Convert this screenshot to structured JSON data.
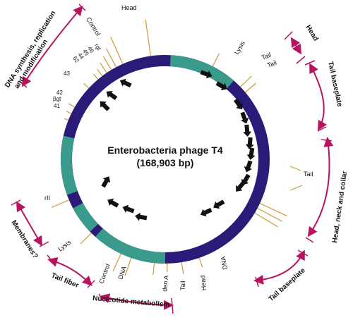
{
  "title": "Enterobacteria phage T4",
  "subtitle": "(168,903 bp)",
  "colors": {
    "ring_dark": "#2a1b78",
    "ring_light": "#3a9a8c",
    "gene_line": "#d4963a",
    "region_arrow": "#b8135e",
    "gene_arrow": "#111111"
  },
  "gene_labels": [
    {
      "id": "head-top",
      "text": "Head"
    },
    {
      "id": "control-top",
      "text": "Control"
    },
    {
      "id": "rgt",
      "text": "rgt"
    },
    {
      "id": "g46",
      "text": "46"
    },
    {
      "id": "g45",
      "text": "45"
    },
    {
      "id": "g44",
      "text": "44"
    },
    {
      "id": "g62",
      "text": "62"
    },
    {
      "id": "g43",
      "text": "43"
    },
    {
      "id": "g42",
      "text": "42"
    },
    {
      "id": "bgt",
      "text": "βgt"
    },
    {
      "id": "g41",
      "text": "41"
    },
    {
      "id": "lysis-top",
      "text": "Lysis"
    },
    {
      "id": "tail-1",
      "text": "Tail"
    },
    {
      "id": "tail-2",
      "text": "Tail"
    },
    {
      "id": "tail-right",
      "text": "Tail"
    },
    {
      "id": "rII",
      "text": "rII"
    },
    {
      "id": "lysis-bottom",
      "text": "Lysis"
    },
    {
      "id": "control-bottom",
      "text": "Control"
    },
    {
      "id": "dna-bottom-left",
      "text": "DNA"
    },
    {
      "id": "denA",
      "text": "den A"
    },
    {
      "id": "tail-bottom",
      "text": "Tail"
    },
    {
      "id": "head-bottom",
      "text": "Head"
    },
    {
      "id": "dna-bottom-right",
      "text": "DNA"
    }
  ],
  "regions": [
    {
      "id": "dna-synthesis",
      "lines": [
        "DNA synthesis, replication",
        "and modification"
      ]
    },
    {
      "id": "head",
      "lines": [
        "Head"
      ]
    },
    {
      "id": "tail-baseplate-right",
      "lines": [
        "Tail baseplate"
      ]
    },
    {
      "id": "head-neck-collar",
      "lines": [
        "Head, neck and collar"
      ]
    },
    {
      "id": "tail-baseplate-bottom",
      "lines": [
        "Tail baseplate"
      ]
    },
    {
      "id": "membranes",
      "lines": [
        "Membranes?"
      ]
    },
    {
      "id": "tail-fiber",
      "lines": [
        "Tail fiber"
      ]
    },
    {
      "id": "nucleotide-metabolism",
      "lines": [
        "Nucleotide metabolism"
      ]
    }
  ]
}
